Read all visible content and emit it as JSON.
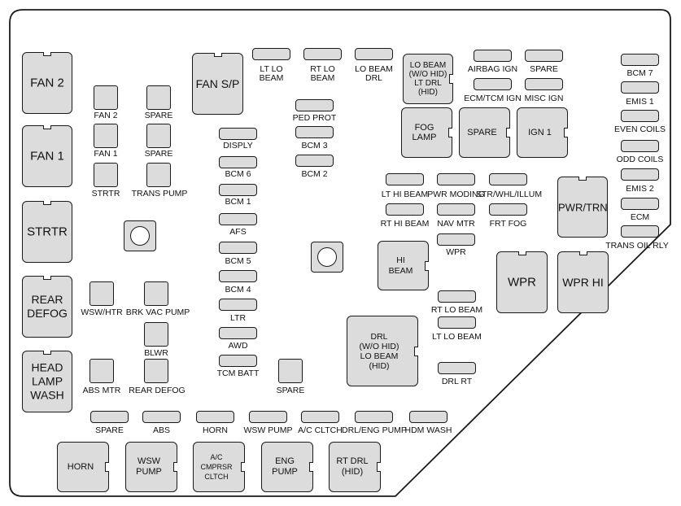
{
  "large_relays": {
    "fan2": "FAN 2",
    "fan1": "FAN 1",
    "strtr": "STRTR",
    "rear_defog": "REAR\nDEFOG",
    "head_lamp_wash": "HEAD\nLAMP\nWASH",
    "fan_sp": "FAN S/P",
    "pwr_trn": "PWR/TRN",
    "wpr": "WPR",
    "wpr_hi": "WPR HI"
  },
  "medium_relays": {
    "lo_beam": "LO BEAM\n(W/O HID)\nLT DRL\n(HID)",
    "fog_lamp": "FOG LAMP",
    "spare": "SPARE",
    "ign1": "IGN 1",
    "hi_beam": "HI\nBEAM",
    "drl": "DRL\n(W/O HID)\nLO BEAM\n(HID)",
    "horn": "HORN",
    "wsw_pump": "WSW\nPUMP",
    "ac_cmprsr_cltch": "A/C CMPRSR\nCLTCH",
    "eng_pump": "ENG\nPUMP",
    "rt_drl_hid": "RT DRL\n(HID)"
  },
  "small_squares": {
    "fan2": "FAN 2",
    "spare1": "SPARE",
    "fan1": "FAN 1",
    "spare2": "SPARE",
    "strtr": "STRTR",
    "trans_pump": "TRANS PUMP",
    "wsw_htr": "WSW/HTR",
    "brk_vac_pump": "BRK VAC PUMP",
    "blwr": "BLWR",
    "abs_mtr": "ABS MTR",
    "rear_defog": "REAR DEFOG",
    "spare3": "SPARE"
  },
  "center_fuses": {
    "disply": "DISPLY",
    "bcm6": "BCM 6",
    "bcm1": "BCM 1",
    "afs": "AFS",
    "bcm5": "BCM 5",
    "bcm4": "BCM 4",
    "ltr": "LTR",
    "awd": "AWD",
    "tcm_batt": "TCM BATT"
  },
  "top_fuses": {
    "lt_lo_beam": "LT LO\nBEAM",
    "rt_lo_beam": "RT LO\nBEAM",
    "lo_beam_drl": "LO BEAM\nDRL",
    "airbag_ign": "AIRBAG IGN",
    "spare": "SPARE",
    "ecm_tcm_ign": "ECM/TCM IGN",
    "misc_ign": "MISC IGN",
    "ped_prot": "PED PROT",
    "bcm3": "BCM 3",
    "bcm2": "BCM 2"
  },
  "mid_fuses": {
    "lt_hi_beam": "LT HI BEAM",
    "pwr_moding": "PWR MODING",
    "str_whl_illum": "STR/WHL/ILLUM",
    "rt_hi_beam": "RT HI BEAM",
    "nav_mtr": "NAV MTR",
    "frt_fog": "FRT FOG",
    "wpr": "WPR",
    "rt_lo_beam": "RT LO BEAM",
    "lt_lo_beam": "LT LO BEAM",
    "drl_rt": "DRL RT"
  },
  "right_fuses": {
    "bcm7": "BCM 7",
    "emis1": "EMIS 1",
    "even_coils": "EVEN COILS",
    "odd_coils": "ODD COILS",
    "emis2": "EMIS 2",
    "ecm": "ECM",
    "trans_oil_rly": "TRANS OIL RLY"
  },
  "bottom_fuses": {
    "spare": "SPARE",
    "abs": "ABS",
    "horn": "HORN",
    "wsw_pump": "WSW PUMP",
    "ac_cltch": "A/C CLTCH",
    "drl_eng_pump": "DRL/ENG PUMP",
    "hdm_wash": "HDM WASH"
  }
}
